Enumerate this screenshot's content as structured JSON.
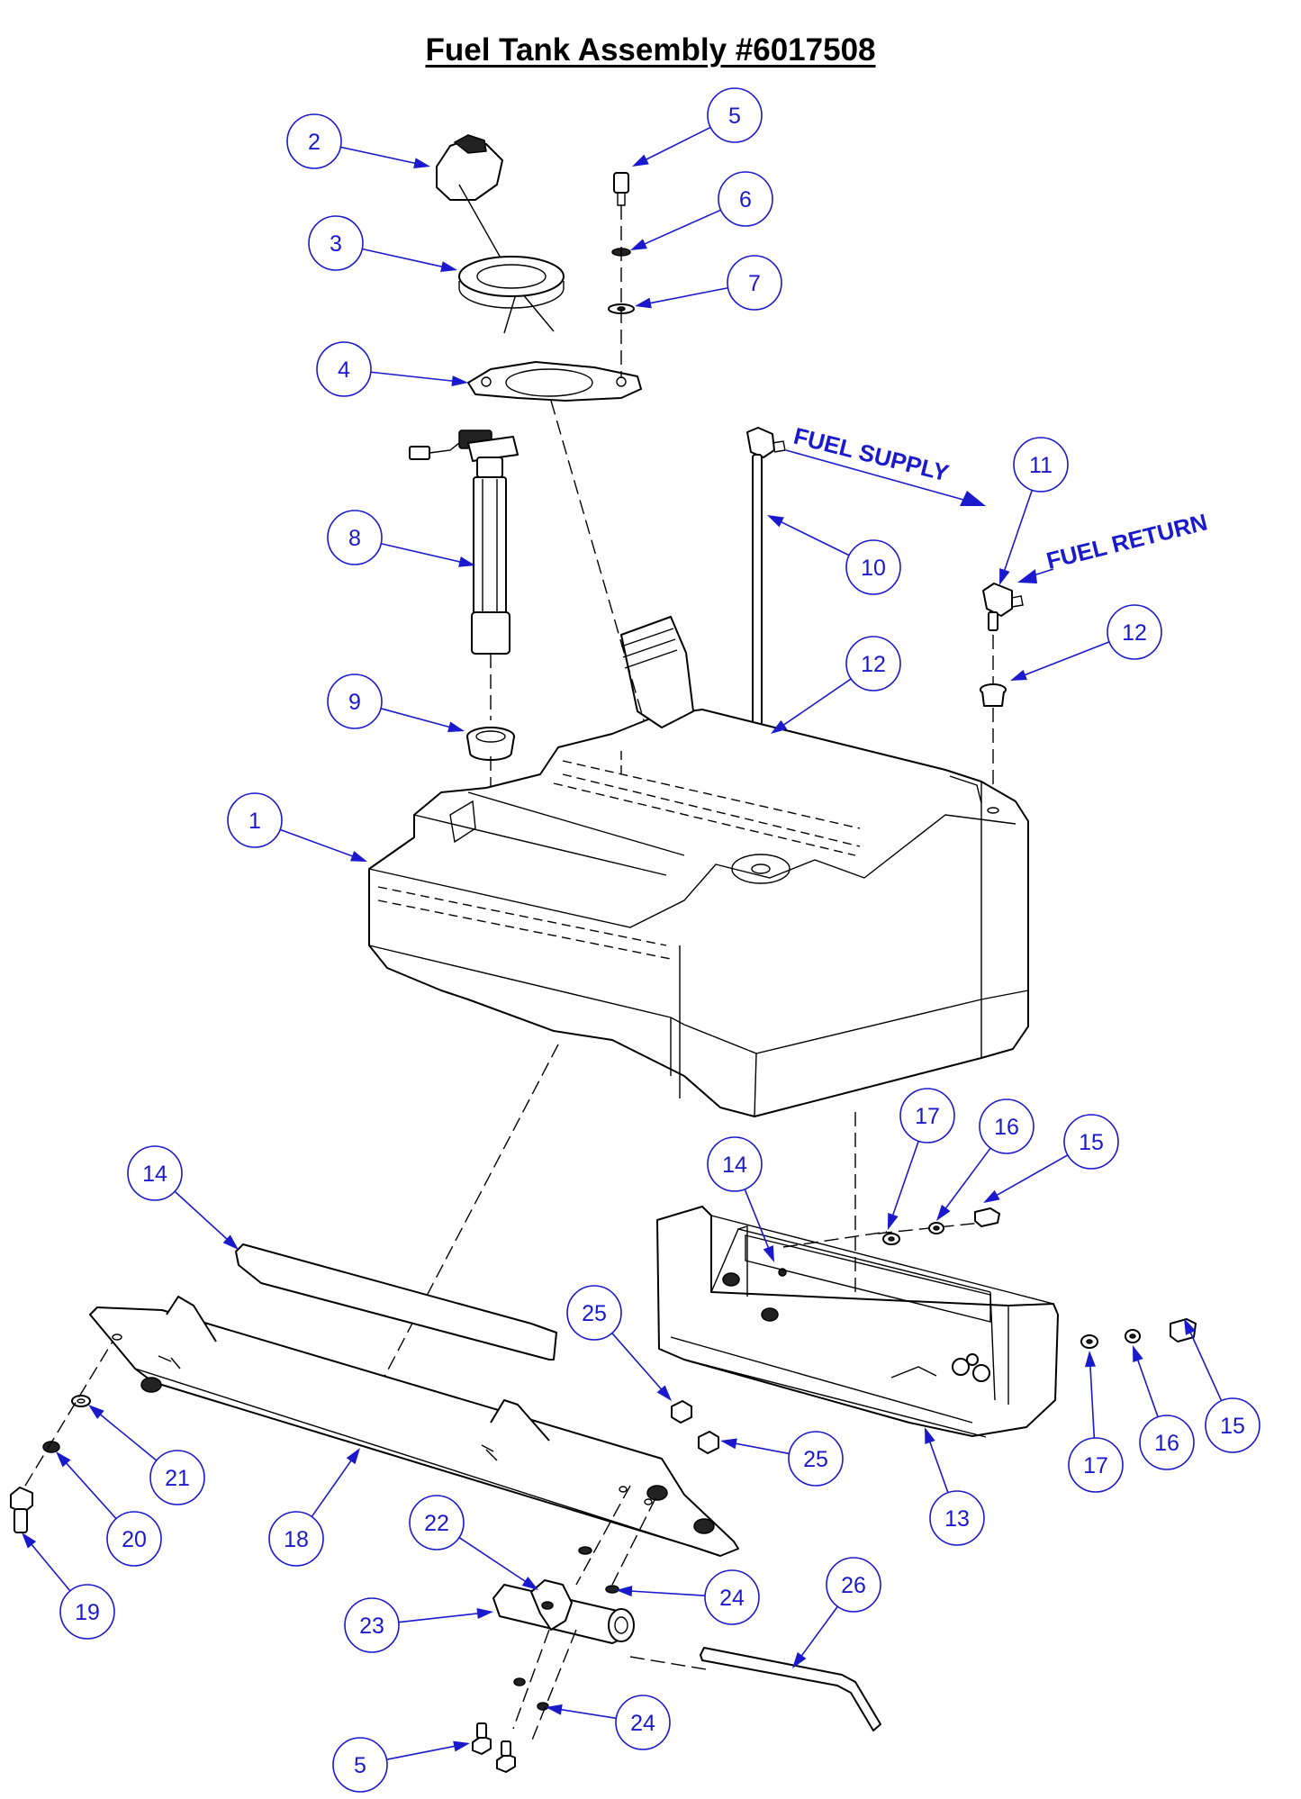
{
  "title": "Fuel Tank Assembly #6017508",
  "labels": {
    "fuel_supply": "FUEL SUPPLY",
    "fuel_return": "FUEL RETURN"
  },
  "callouts": [
    "2",
    "3",
    "4",
    "5",
    "6",
    "7",
    "8",
    "9",
    "1",
    "10",
    "11",
    "12",
    "12",
    "17",
    "16",
    "15",
    "14",
    "14",
    "25",
    "25",
    "17",
    "16",
    "15",
    "21",
    "20",
    "19",
    "18",
    "13",
    "22",
    "23",
    "24",
    "26",
    "24",
    "5"
  ],
  "colors": {
    "callout": "#1a1acc",
    "linework": "#000000"
  }
}
